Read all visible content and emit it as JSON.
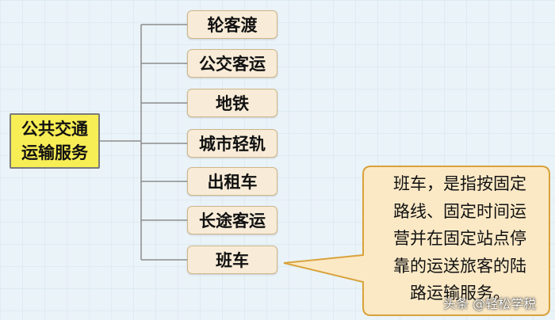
{
  "root": {
    "lines": [
      "公共交通",
      "运输服务"
    ]
  },
  "branches": [
    "轮客渡",
    "公交客运",
    "地铁",
    "城市轻轨",
    "出租车",
    "长途客运",
    "班车"
  ],
  "callout": {
    "lines": [
      "班车，是指按固定",
      "路线、固定时间运",
      "营并在固定站点停",
      "靠的运送旅客的陆",
      "路运输服务。"
    ]
  },
  "watermark": "头条 @轻松学税",
  "colors": {
    "background": "#eaf3f8",
    "root_fill": "#f7ed55",
    "node_fill": "#f8ecd8",
    "callout_fill": "#fbe9c6",
    "callout_stroke": "#d9a23a",
    "connector": "#8c8c8c"
  }
}
